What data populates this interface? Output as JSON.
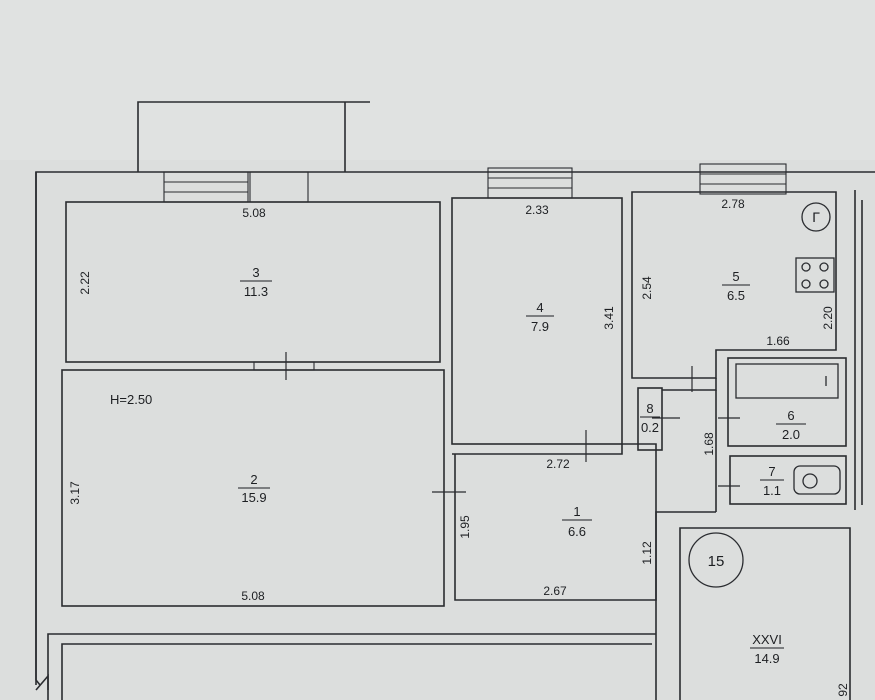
{
  "plan": {
    "ceiling_height": "H=2.50",
    "rooms": [
      {
        "id": "room-1",
        "number": "1",
        "area": "6.6"
      },
      {
        "id": "room-2",
        "number": "2",
        "area": "15.9"
      },
      {
        "id": "room-3",
        "number": "3",
        "area": "11.3"
      },
      {
        "id": "room-4",
        "number": "4",
        "area": "7.9"
      },
      {
        "id": "room-5",
        "number": "5",
        "area": "6.5"
      },
      {
        "id": "room-6",
        "number": "6",
        "area": "2.0"
      },
      {
        "id": "room-7",
        "number": "7",
        "area": "1.1"
      },
      {
        "id": "room-8",
        "number": "8",
        "area": "0.2"
      },
      {
        "id": "room-xxvi",
        "number": "XXVI",
        "area": "14.9"
      }
    ],
    "dimensions": {
      "room3_top": "5.08",
      "room3_left": "2.22",
      "room4_top": "2.33",
      "room4_right": "3.41",
      "room5_top": "2.78",
      "room5_left": "2.54",
      "room5_right": "2.20",
      "room5_bottom": "1.66",
      "room2_left": "3.17",
      "room2_bottom": "5.08",
      "room1_top": "2.72",
      "room1_left": "1.95",
      "room1_bottom": "2.67",
      "bath_left": "1.68",
      "corridor_left": "1.12",
      "right_edge": "92"
    },
    "stair_marker": "15",
    "stove_label": "Г"
  }
}
